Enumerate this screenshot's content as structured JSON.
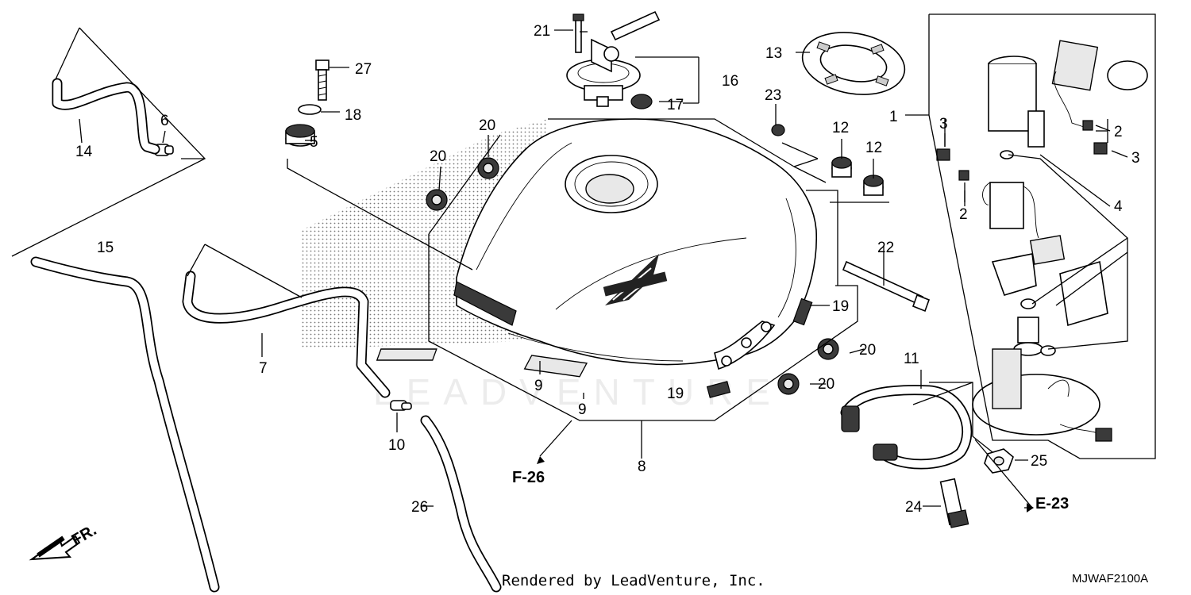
{
  "diagram": {
    "code": "MJWAF2100A",
    "credit": "Rendered by LeadVenture, Inc.",
    "watermark": "LEADVENTURE",
    "direction_label": "FR.",
    "references": {
      "f26": "F-26",
      "e23": "E-23"
    },
    "callouts": {
      "c1": "1",
      "c2a": "2",
      "c2b": "2",
      "c3a": "3",
      "c3b": "3",
      "c4": "4",
      "c5": "5",
      "c6": "6",
      "c7": "7",
      "c8": "8",
      "c9a": "9",
      "c9b": "9",
      "c10": "10",
      "c11": "11",
      "c12a": "12",
      "c12b": "12",
      "c13": "13",
      "c14": "14",
      "c15": "15",
      "c16": "16",
      "c17": "17",
      "c18": "18",
      "c19a": "19",
      "c19b": "19",
      "c20a": "20",
      "c20b": "20",
      "c20c": "20",
      "c20d": "20",
      "c21": "21",
      "c22": "22",
      "c23": "23",
      "c24": "24",
      "c25": "25",
      "c26": "26",
      "c27": "27"
    }
  },
  "icons": {
    "logo": "honda-wing-icon",
    "arrow": "front-direction-arrow-icon"
  }
}
